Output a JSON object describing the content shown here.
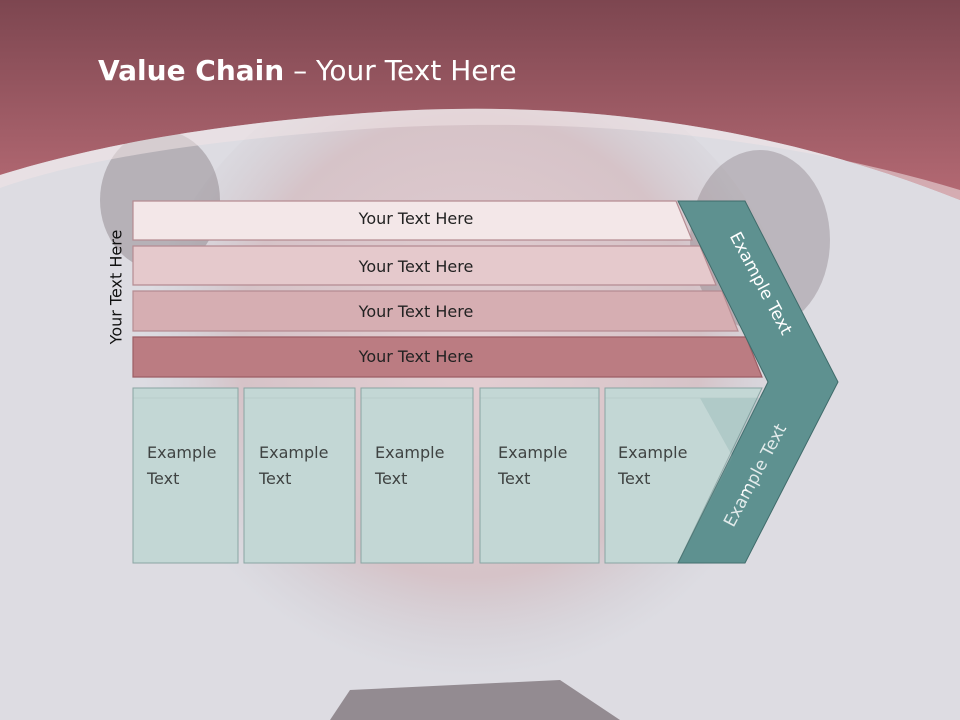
{
  "slide": {
    "title_bold": "Value Chain",
    "title_rest": " – Your Text Here",
    "side_label": "Your Text Here"
  },
  "bars": [
    {
      "label": "Your Text Here",
      "fill": "#f3e7e8"
    },
    {
      "label": "Your Text Here",
      "fill": "#e5c9cc"
    },
    {
      "label": "Your Text Here",
      "fill": "#d6aeb2"
    },
    {
      "label": "Your Text Here",
      "fill": "#bb7c82"
    }
  ],
  "boxes": [
    {
      "line1": "Example",
      "line2": "Text"
    },
    {
      "line1": "Example",
      "line2": "Text"
    },
    {
      "line1": "Example",
      "line2": "Text"
    },
    {
      "line1": "Example",
      "line2": "Text"
    },
    {
      "line1": "Example",
      "line2": "Text"
    }
  ],
  "chevron": {
    "upper_label": "Example Text",
    "lower_label": "Example Text",
    "fill": "#5e9190"
  },
  "colors": {
    "header": "#a35f69",
    "box_fill": "#c3d7d5",
    "box_stroke": "#8aa5a3"
  }
}
